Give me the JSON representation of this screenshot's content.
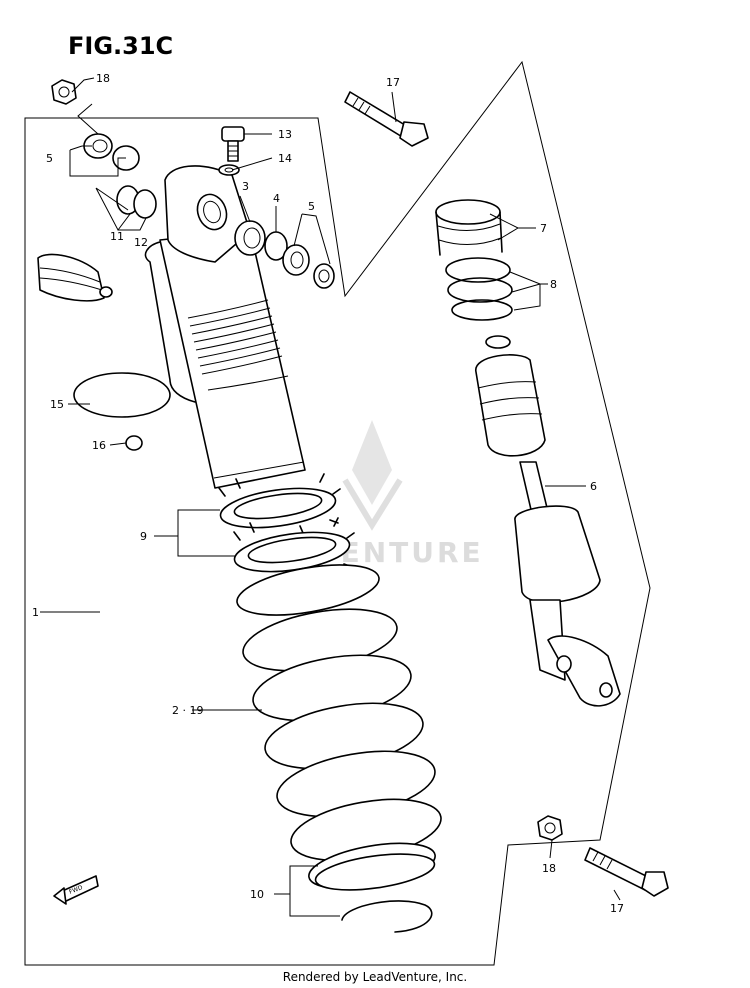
{
  "figure": {
    "title": "FIG.31C",
    "footer": "Rendered by LeadVenture, Inc.",
    "watermark_text": "ADVENTURE",
    "fwd_label": "FWD"
  },
  "callouts": [
    {
      "id": "c18a",
      "label": "18"
    },
    {
      "id": "c17a",
      "label": "17"
    },
    {
      "id": "c13",
      "label": "13"
    },
    {
      "id": "c14",
      "label": "14"
    },
    {
      "id": "c5a",
      "label": "5"
    },
    {
      "id": "c3",
      "label": "3"
    },
    {
      "id": "c4",
      "label": "4"
    },
    {
      "id": "c5b",
      "label": "5"
    },
    {
      "id": "c11",
      "label": "11"
    },
    {
      "id": "c12",
      "label": "12"
    },
    {
      "id": "c7",
      "label": "7"
    },
    {
      "id": "c8",
      "label": "8"
    },
    {
      "id": "c15a",
      "label": "15"
    },
    {
      "id": "c16",
      "label": "16"
    },
    {
      "id": "c6",
      "label": "6"
    },
    {
      "id": "c9",
      "label": "9"
    },
    {
      "id": "c1",
      "label": "1"
    },
    {
      "id": "c219",
      "label": "2 · 19"
    },
    {
      "id": "c18b",
      "label": "18"
    },
    {
      "id": "c10",
      "label": "10"
    },
    {
      "id": "c17b",
      "label": "17"
    }
  ]
}
